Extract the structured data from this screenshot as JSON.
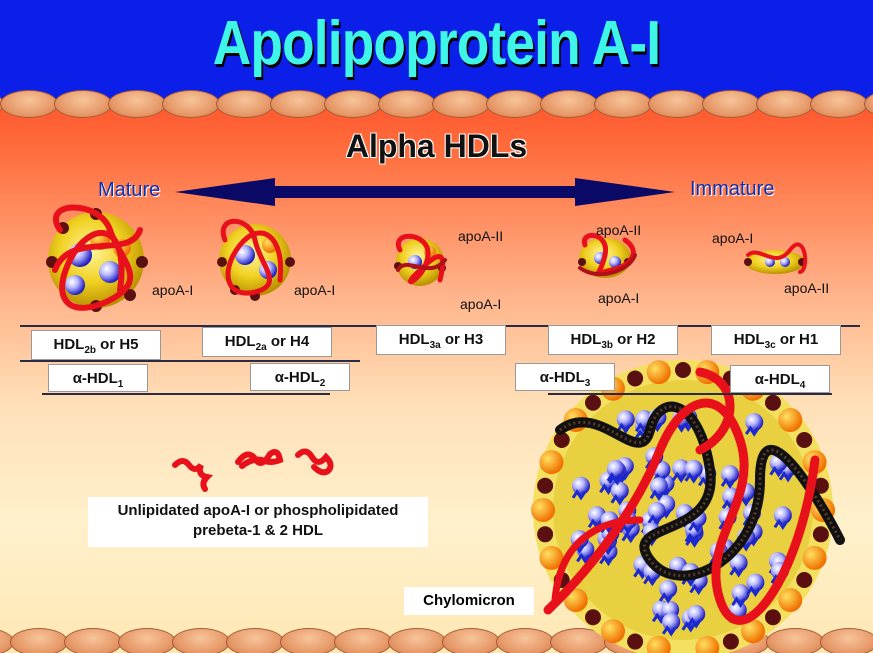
{
  "title": "Apolipoprotein A-I",
  "subtitle": "Alpha HDLs",
  "scale": {
    "left": "Mature",
    "right": "Immature"
  },
  "particles": [
    {
      "main": "HDL",
      "main_sub": "2b",
      "main_suffix": " or H5",
      "apo": [
        "apoA-I"
      ]
    },
    {
      "main": "HDL",
      "main_sub": "2a",
      "main_suffix": " or H4",
      "apo": [
        "apoA-I"
      ]
    },
    {
      "main": "HDL",
      "main_sub": "3a",
      "main_suffix": " or H3",
      "apo": [
        "apoA-II",
        "apoA-I"
      ]
    },
    {
      "main": "HDL",
      "main_sub": "3b",
      "main_suffix": " or H2",
      "apo": [
        "apoA-II",
        "apoA-I"
      ]
    },
    {
      "main": "HDL",
      "main_sub": "3c",
      "main_suffix": " or H1",
      "apo": [
        "apoA-I",
        "apoA-II"
      ]
    }
  ],
  "alpha_labels": [
    {
      "prefix": "α-HDL",
      "sub": "1"
    },
    {
      "prefix": "α-HDL",
      "sub": "2"
    },
    {
      "prefix": "α-HDL",
      "sub": "3"
    },
    {
      "prefix": "α-HDL",
      "sub": "4"
    }
  ],
  "note": "Unlipidated apoA-I or phospholipidated prebeta-1 & 2 HDL",
  "chylomicron_label": "Chylomicron",
  "colors": {
    "header": "#0b1fe8",
    "title": "#3ff5e8",
    "arrow": "#0a0a66",
    "apo_strand": "#e8101a"
  }
}
